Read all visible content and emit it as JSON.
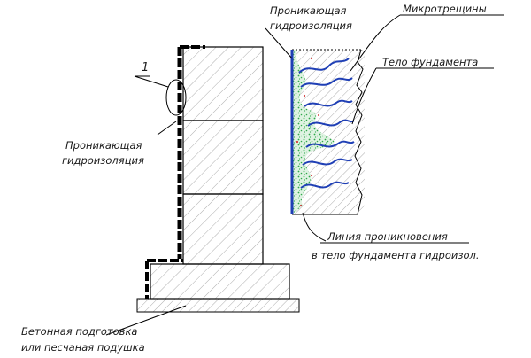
{
  "labels": {
    "callout_number": "1",
    "penetrating_left_line1": "Проникающая",
    "penetrating_left_line2": "гидроизоляция",
    "penetrating_top_line1": "Проникающая",
    "penetrating_top_line2": "гидроизоляция",
    "microcracks": "Микротрещины",
    "foundation_body": "Тело фундамента",
    "penetration_line1": "Линия проникновения",
    "penetration_line2": "в тело фундамента гидроизол.",
    "base_line1": "Бетонная подготовка",
    "base_line2": "или песчаная подушка"
  },
  "colors": {
    "membrane_blue": "#1f3fb5",
    "crystal_green": "#2fa84a",
    "concrete_hatch": "#666666",
    "red_dots": "#d23a3a"
  }
}
